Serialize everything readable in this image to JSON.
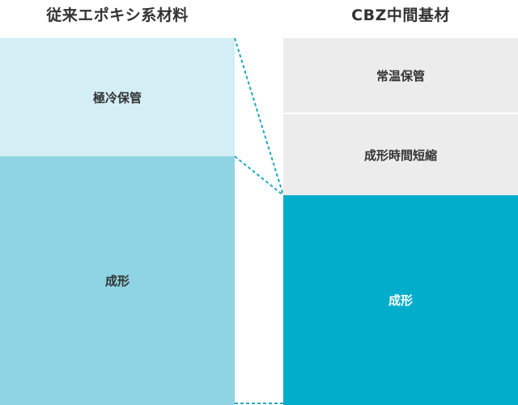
{
  "left_column": {
    "title": "従来エポキシ系材料",
    "stages": [
      {
        "label": "極冷保管",
        "color": "#d3eef4"
      },
      {
        "label": "成形",
        "color": "#8fd4e2"
      }
    ]
  },
  "right_column": {
    "title": "CBZ中間基材",
    "stages": [
      {
        "label": "常温保管",
        "color": "#ececec"
      },
      {
        "label": "成形時間短縮",
        "color": "#ececec"
      },
      {
        "label": "成形",
        "color": "#00aecb"
      }
    ]
  },
  "connector_color": "#1fa8bd"
}
